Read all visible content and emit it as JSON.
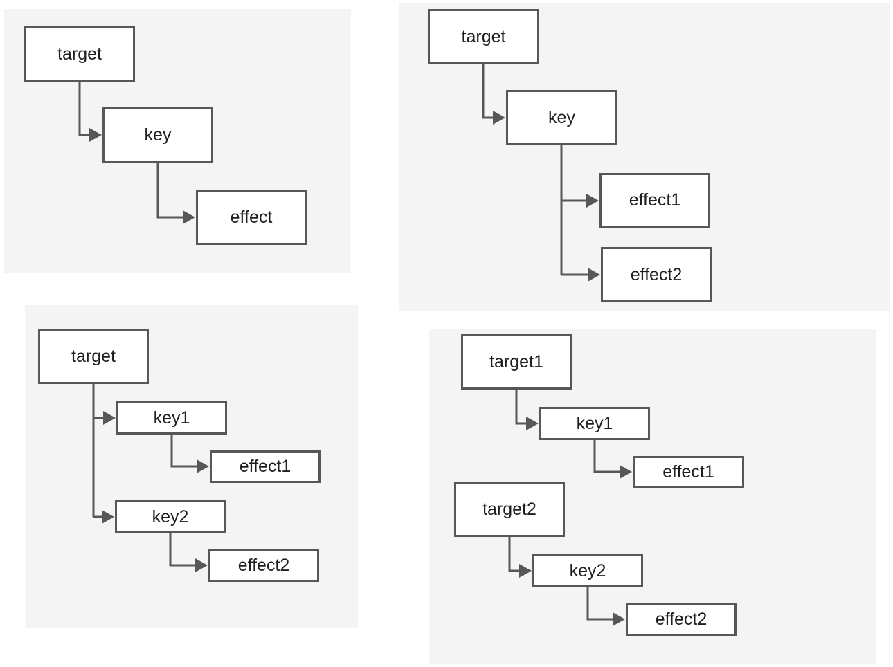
{
  "diagrams": [
    {
      "nodes": {
        "target": "target",
        "key": "key",
        "effect": "effect"
      }
    },
    {
      "nodes": {
        "target": "target",
        "key": "key",
        "effect1": "effect1",
        "effect2": "effect2"
      }
    },
    {
      "nodes": {
        "target": "target",
        "key1": "key1",
        "effect1": "effect1",
        "key2": "key2",
        "effect2": "effect2"
      }
    },
    {
      "nodes": {
        "target1": "target1",
        "key1": "key1",
        "effect1": "effect1",
        "target2": "target2",
        "key2": "key2",
        "effect2": "effect2"
      }
    }
  ],
  "colors": {
    "panel_background": "#f4f4f4",
    "node_border": "#575757",
    "node_fill": "#ffffff",
    "connector": "#575757",
    "text": "#1f1f1f"
  }
}
